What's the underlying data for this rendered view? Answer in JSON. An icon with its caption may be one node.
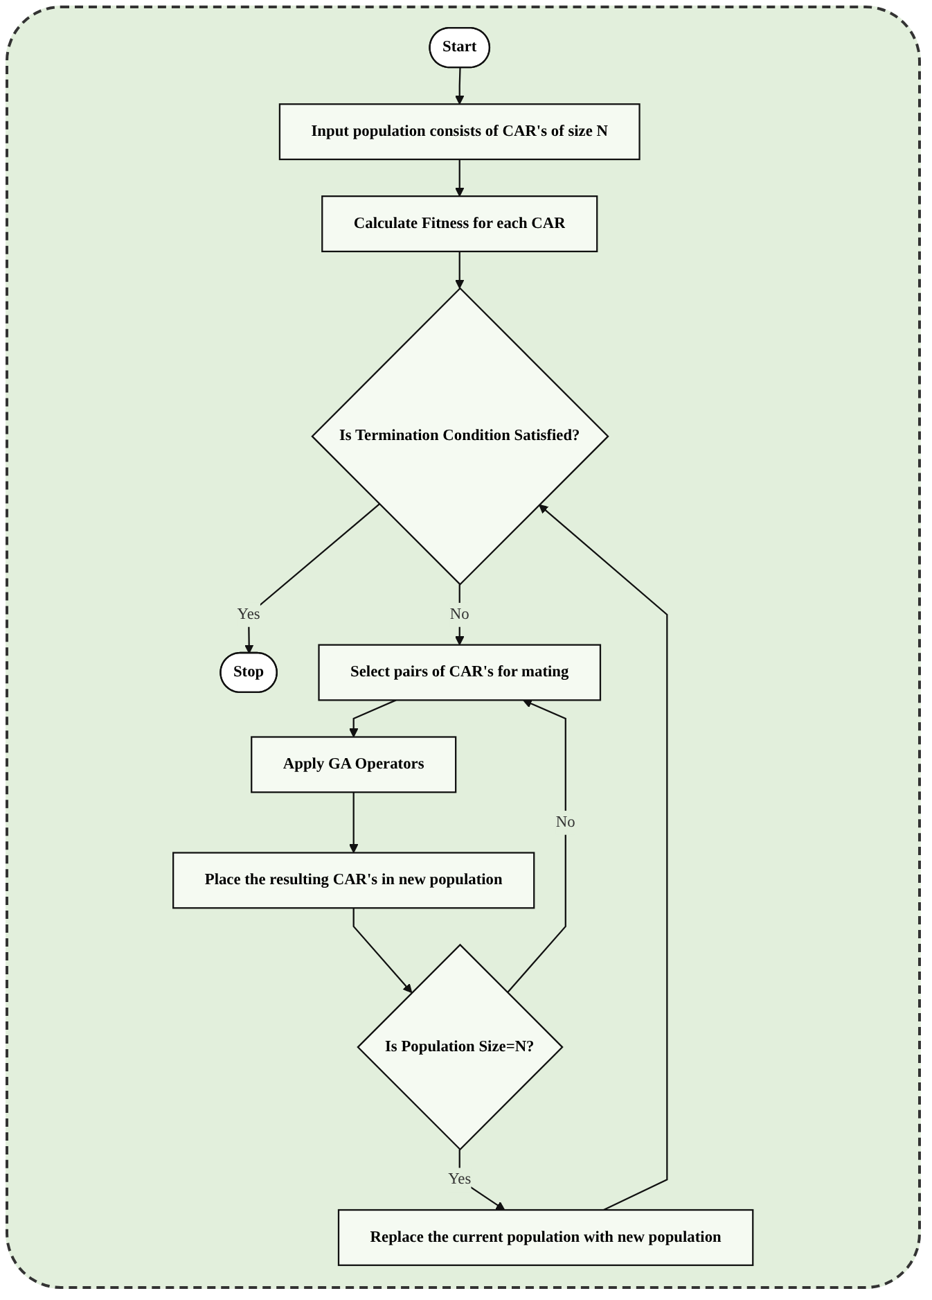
{
  "diagram": {
    "nodes": [
      {
        "text": [
          "Start"
        ]
      },
      {
        "text": [
          "Input population consists of CAR's of size N"
        ]
      },
      {
        "text": [
          "Calculate Fitness for each CAR"
        ]
      },
      {
        "text": [
          "Is Termination Condition Satisfied?"
        ]
      },
      {
        "text": [
          "Stop"
        ]
      },
      {
        "text": [
          "Select pairs of CAR's for mating"
        ]
      },
      {
        "text": [
          "Apply GA Operators"
        ]
      },
      {
        "text": [
          "Place the resulting CAR's in new population"
        ]
      },
      {
        "text": [
          "Is Population Size=N?"
        ]
      },
      {
        "text": [
          "Replace the current population with new population"
        ]
      }
    ],
    "edges": [
      {
        "from": 0,
        "to": 1,
        "arrow": "to"
      },
      {
        "from": 1,
        "to": 2,
        "arrow": "to"
      },
      {
        "from": 2,
        "to": 3,
        "arrow": "to"
      },
      {
        "from": 3,
        "to": 4,
        "arrow": "to",
        "label": "Yes"
      },
      {
        "from": 3,
        "to": 5,
        "arrow": "to",
        "label": "No"
      },
      {
        "from": 5,
        "to": 6,
        "arrow": "to"
      },
      {
        "from": 6,
        "to": 7,
        "arrow": "to"
      },
      {
        "from": 7,
        "to": 8,
        "arrow": "to"
      },
      {
        "from": 8,
        "to": 5,
        "arrow": "to",
        "label": "No"
      },
      {
        "from": 8,
        "to": 9,
        "arrow": "to",
        "label": "Yes"
      },
      {
        "from": 9,
        "to": 3,
        "arrow": "to"
      }
    ]
  }
}
